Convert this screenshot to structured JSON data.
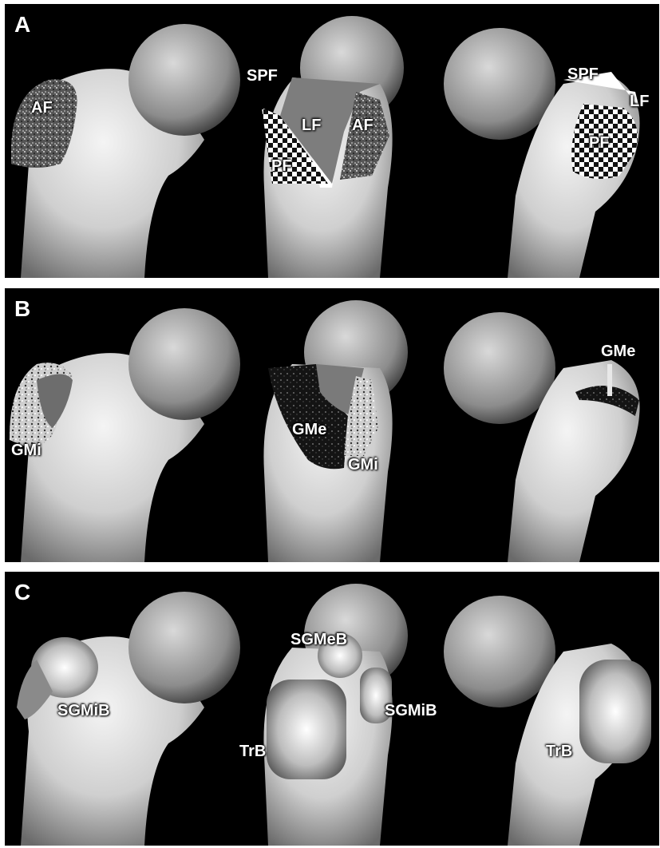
{
  "panels": [
    {
      "letter": "A",
      "labels": [
        "AF",
        "SPF",
        "LF",
        "AF",
        "PF",
        "SPF",
        "LF",
        "PF"
      ]
    },
    {
      "letter": "B",
      "labels": [
        "GMi",
        "GMe",
        "GMi",
        "GMe"
      ]
    },
    {
      "letter": "C",
      "labels": [
        "SGMiB",
        "SGMeB",
        "TrB",
        "SGMiB",
        "TrB"
      ]
    }
  ]
}
